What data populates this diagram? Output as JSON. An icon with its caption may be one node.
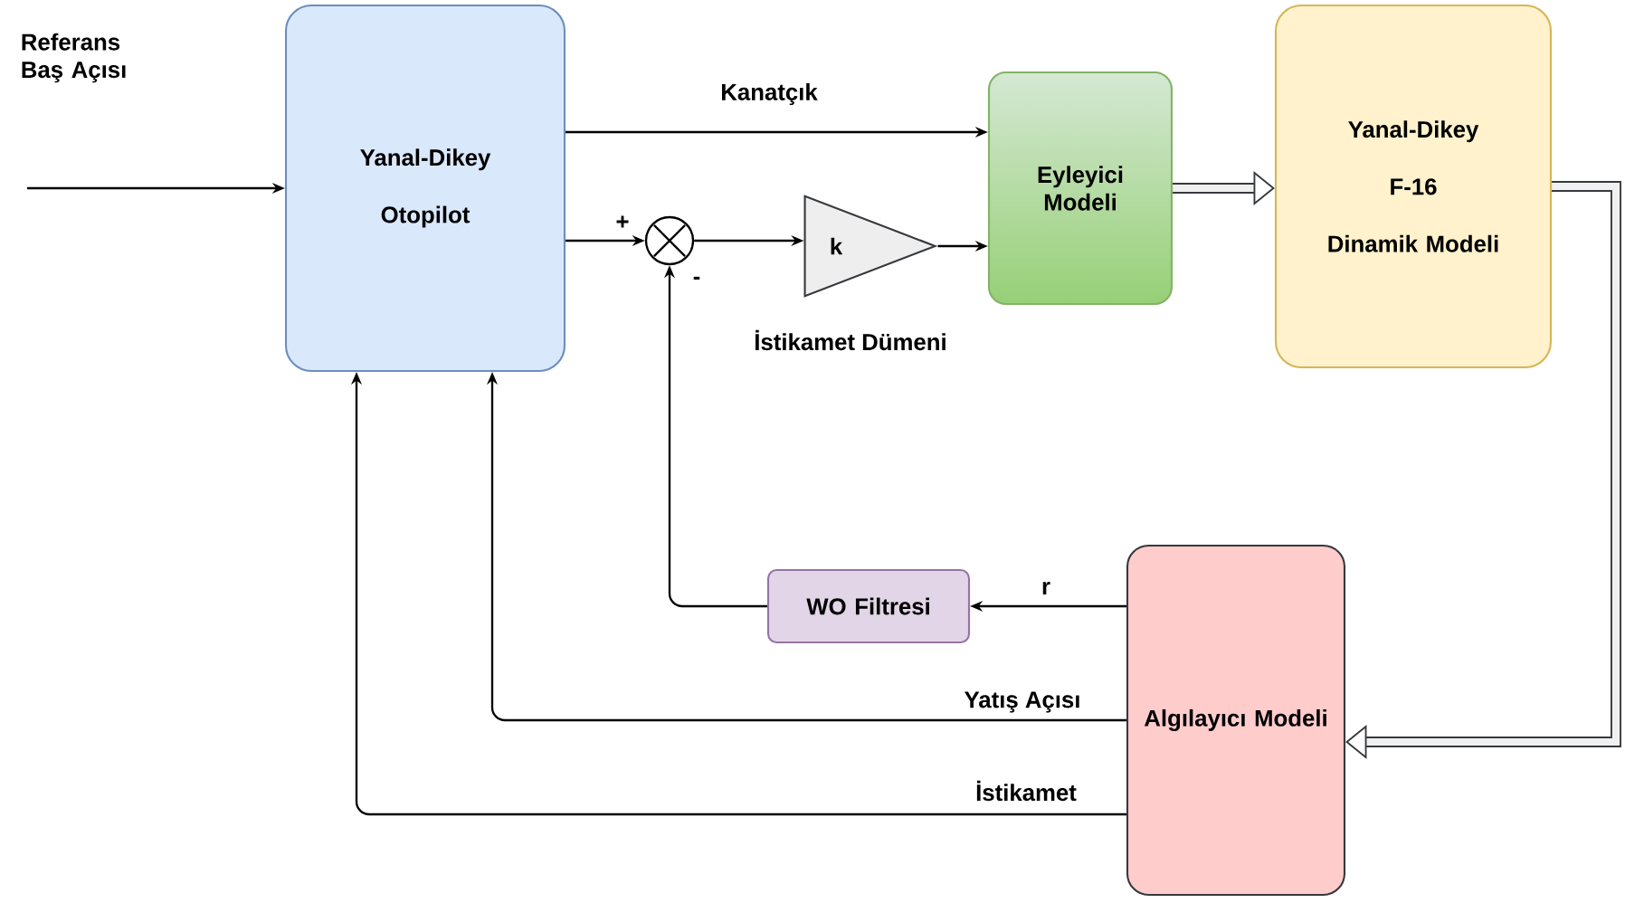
{
  "diagram": {
    "nodes": [
      {
        "text": [
          "Yanal-Dikey",
          "Otopilot"
        ]
      },
      {
        "text": [],
        "shape": "circle"
      },
      {
        "text": [
          "k"
        ]
      },
      {
        "text": [
          "Eyleyici Modeli"
        ]
      },
      {
        "text": [
          "Yanal-Dikey",
          "F-16",
          "Dinamik Modeli"
        ]
      },
      {
        "text": [
          "WO Filtresi"
        ]
      },
      {
        "text": [
          "Algılayıcı Modeli"
        ]
      }
    ],
    "edges": [
      {
        "from": null,
        "to": 0,
        "arrow": "to",
        "label": "Referans Baş Açısı"
      },
      {
        "from": 0,
        "to": 3,
        "arrow": "to",
        "label": "Kanatçık"
      },
      {
        "from": 0,
        "to": 1,
        "arrow": "to"
      },
      {
        "from": 1,
        "to": 2,
        "arrow": "to"
      },
      {
        "from": 2,
        "to": 3,
        "arrow": "to",
        "label": "İstikamet Dümeni"
      },
      {
        "from": 3,
        "to": 4,
        "arrow": "to",
        "style": "thick"
      },
      {
        "from": 4,
        "to": 6,
        "arrow": "to",
        "style": "thick"
      },
      {
        "from": 6,
        "to": 5,
        "arrow": "to",
        "label": "r"
      },
      {
        "from": 5,
        "to": 1,
        "arrow": "to"
      },
      {
        "from": 6,
        "to": 0,
        "arrow": "to",
        "label": "Yatış Açısı"
      },
      {
        "from": 6,
        "to": 0,
        "arrow": "to",
        "label": "İstikamet"
      }
    ],
    "labels": [
      "+",
      "-"
    ]
  }
}
